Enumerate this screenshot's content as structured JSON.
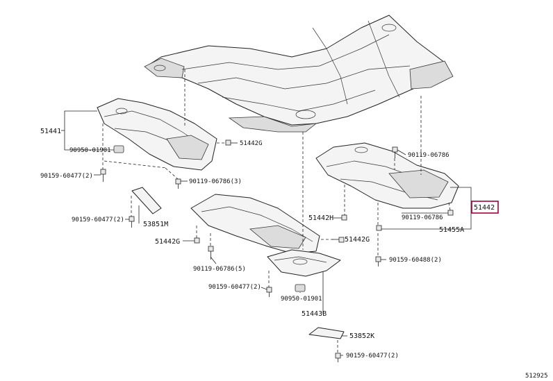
{
  "diagram": {
    "labels": {
      "l51441": "51441",
      "l90950_top": "90950-01901",
      "l90159_a": "90159-60477(2)",
      "l90119_a": "90119-06786(3)",
      "l51442g_a": "51442G",
      "l90159_b": "90159-60477(2)",
      "l53851": "53851M",
      "l51442g_b": "51442G",
      "l90119_b": "90119-06786(5)",
      "l90159_c": "90159-60477(2)",
      "l90950_bot": "90950-01901",
      "l51443": "51443B",
      "l53852": "53852K",
      "l90159_d": "90159-60477(2)",
      "l51442h": "51442H",
      "l51442g_c": "51442G",
      "l90119_r1": "90119-06786",
      "l90119_r2": "90119-06786",
      "l51442": "51442",
      "l51455": "51455A",
      "l90159_r": "90159-60488(2)",
      "ref": "512925"
    },
    "highlight_color": "#a0003a"
  }
}
